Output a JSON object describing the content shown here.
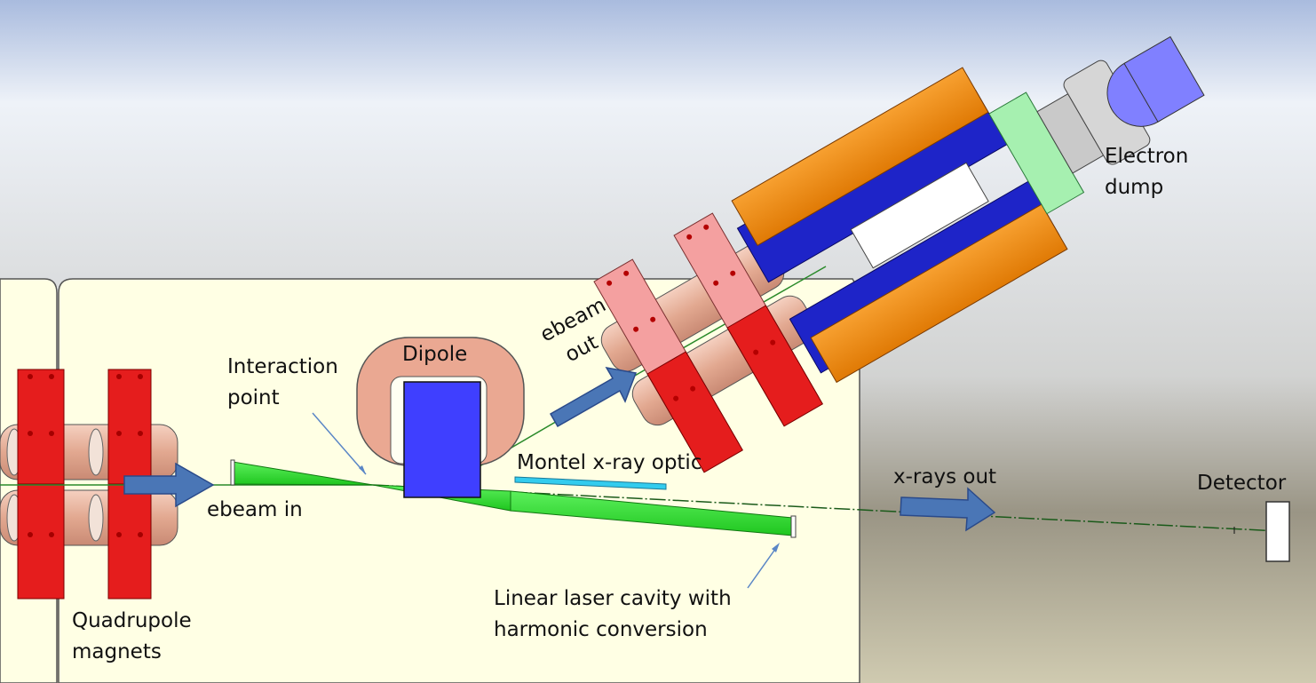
{
  "labels": {
    "quadrupole": [
      "Quadrupole",
      "magnets"
    ],
    "ebeam_in": "ebeam in",
    "interaction_point": [
      "Interaction",
      "point"
    ],
    "dipole": "Dipole",
    "ebeam_out": [
      "ebeam",
      "out"
    ],
    "montel": "Montel x-ray optic",
    "laser_cavity": [
      "Linear laser cavity with",
      "harmonic conversion"
    ],
    "xrays_out": "x-rays out",
    "detector": "Detector",
    "electron_dump": [
      "Electron",
      "dump"
    ]
  },
  "colors": {
    "sky_top": "#aebfe0",
    "sky_mid": "#eef3f8",
    "ground_far": "#8a8270",
    "floor": "#ffffe6",
    "quad_red": "#e51d1d",
    "coil_pink": "#e8b4a0",
    "dipole_yoke": "#eaa892",
    "dipole_blue": "#3f3fff",
    "laser_green": "#33e233",
    "montel_cyan": "#33ccee",
    "arrow_blue": "#4a76b6",
    "dump_orange": "#f28a10",
    "dump_blue": "#1e24c8",
    "pink_quad": "#f4a0a0"
  }
}
